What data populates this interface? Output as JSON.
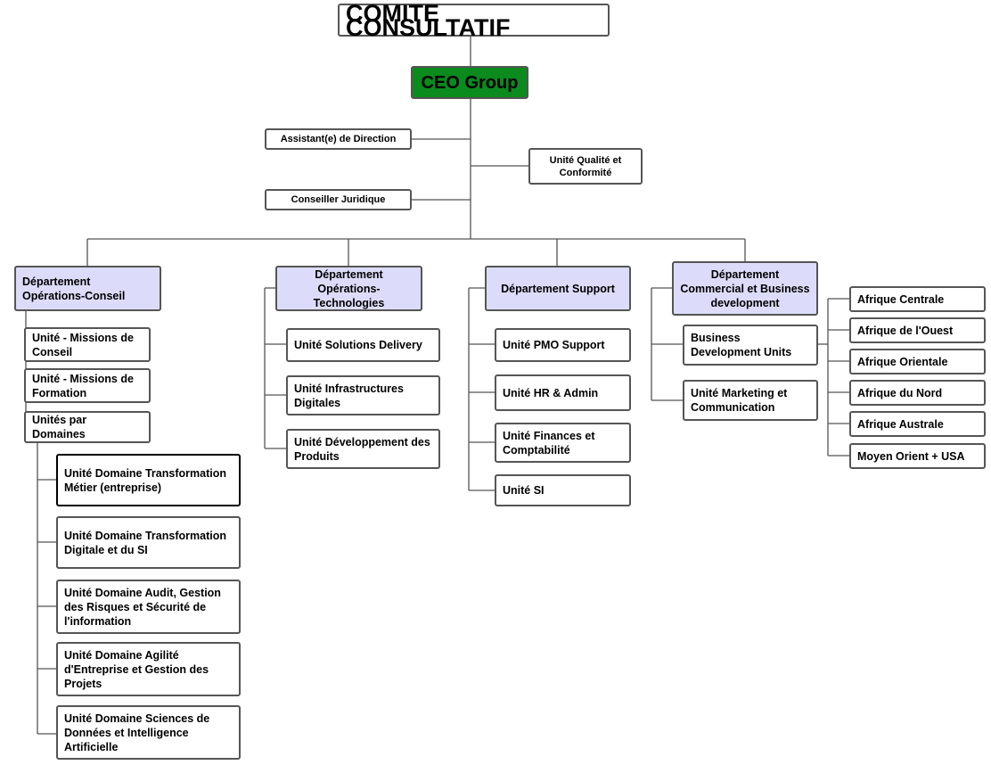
{
  "top": {
    "title": "COMITE CONSULTATIF",
    "ceo": "CEO Group"
  },
  "staff": {
    "assistant": "Assistant(e) de Direction",
    "juridique": "Conseiller Juridique",
    "qualite": "Unité Qualité et Conformité"
  },
  "departments": {
    "conseil": {
      "title": "Département Opérations-Conseil",
      "units": [
        "Unité - Missions de Conseil",
        "Unité - Missions de Formation",
        "Unités par Domaines"
      ],
      "domains": [
        "Unité Domaine Transformation Métier (entreprise)",
        "Unité Domaine Transformation Digitale et du SI",
        "Unité Domaine Audit, Gestion des Risques et Sécurité de l'information",
        "Unité Domaine Agilité d'Entreprise et Gestion des Projets",
        "Unité Domaine Sciences de Données et Intelligence Artificielle"
      ]
    },
    "technologies": {
      "title": "Département Opérations-Technologies",
      "units": [
        "Unité Solutions Delivery",
        "Unité Infrastructures Digitales",
        "Unité Développement des Produits"
      ]
    },
    "support": {
      "title": "Département Support",
      "units": [
        "Unité PMO Support",
        "Unité HR & Admin",
        "Unité Finances et Comptabilité",
        "Unité SI"
      ]
    },
    "commercial": {
      "title": "Département Commercial et Business development",
      "units": [
        "Business Development Units",
        "Unité Marketing et Communication"
      ],
      "regions": [
        "Afrique Centrale",
        "Afrique de l'Ouest",
        "Afrique Orientale",
        "Afrique du Nord",
        "Afrique Australe",
        "Moyen Orient + USA"
      ]
    }
  },
  "colors": {
    "ceo_fill": "#0b8a1e",
    "department_fill": "#dcdcfa",
    "border": "#555555",
    "connector": "#555555"
  }
}
